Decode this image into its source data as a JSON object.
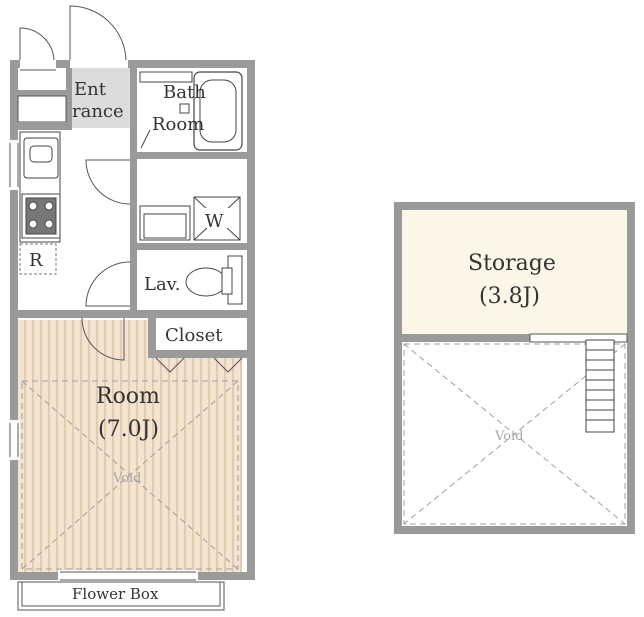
{
  "floor_plan": {
    "rooms": {
      "entrance": "Ent\nrance",
      "bath": "Bath\nRoom",
      "washer": "W",
      "fridge": "R",
      "lavatory": "Lav.",
      "closet": "Closet",
      "room": "Room",
      "room_size": "(7.0J)",
      "void_main": "Void",
      "flower_box": "Flower Box"
    },
    "loft": {
      "storage": "Storage",
      "storage_size": "(3.8J)",
      "void": "Void"
    },
    "colors": {
      "wall": "#9a9a9a",
      "wall_dark": "#333333",
      "floor_wood": "#f3e3cf",
      "floor_stripe": "#d9c2a7",
      "storage_fill": "#fbf6e8",
      "void_line": "#b0b0b0"
    }
  }
}
